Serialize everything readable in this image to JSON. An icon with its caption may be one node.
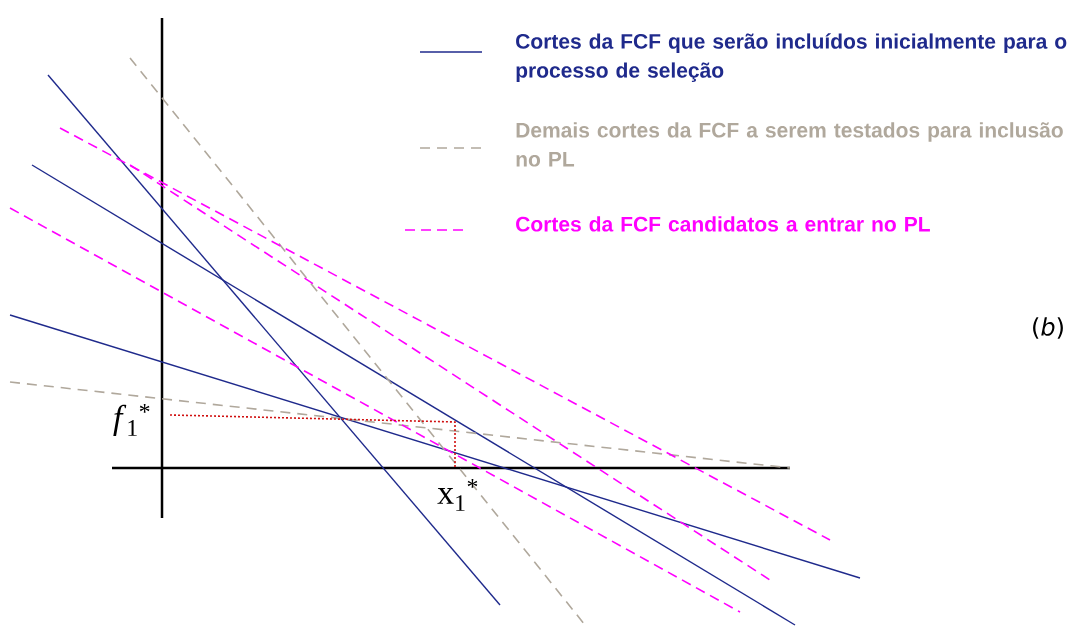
{
  "diagram": {
    "labels": [
      "(*b*)",
      "*f*$_{1}$$^{*}$",
      "x$_{1}$$^{*}$"
    ],
    "legend": [
      {
        "text": "Cortes da FCF que serão incluídos inicialmente para o processo de seleção"
      },
      {
        "text": "Demais cortes da FCF a serem testados para inclusão no PL"
      },
      {
        "text": "Cortes da FCF candidatos a entrar no PL"
      }
    ]
  }
}
